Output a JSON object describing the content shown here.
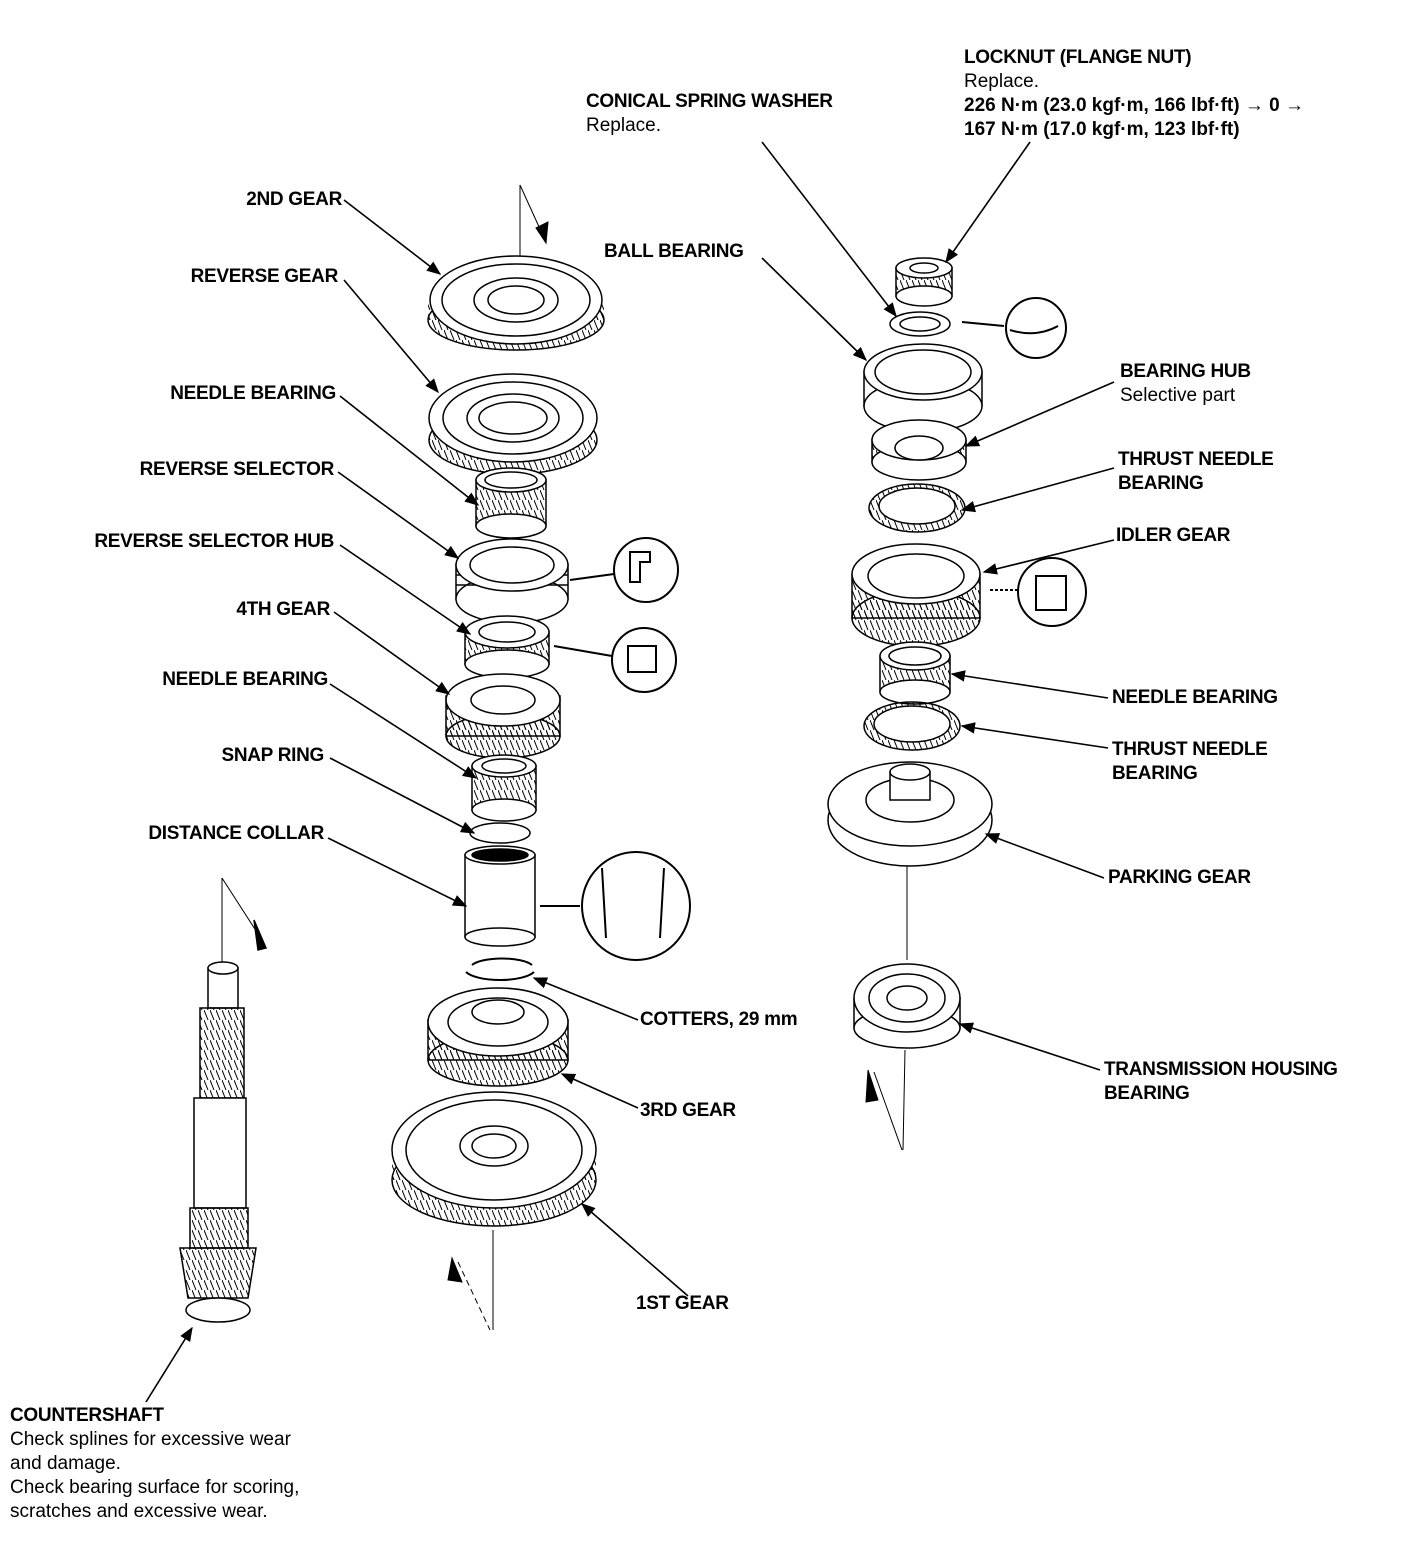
{
  "diagram": {
    "title": "Countershaft and Transmission Housing Bearing Exploded View",
    "left_stack_labels": [
      {
        "id": "2nd-gear",
        "title": "2ND GEAR"
      },
      {
        "id": "reverse-gear",
        "title": "REVERSE GEAR"
      },
      {
        "id": "needle-bearing-upper",
        "title": "NEEDLE BEARING"
      },
      {
        "id": "reverse-selector",
        "title": "REVERSE SELECTOR"
      },
      {
        "id": "reverse-selector-hub",
        "title": "REVERSE SELECTOR HUB"
      },
      {
        "id": "4th-gear",
        "title": "4TH GEAR"
      },
      {
        "id": "needle-bearing-lower",
        "title": "NEEDLE BEARING"
      },
      {
        "id": "snap-ring",
        "title": "SNAP RING"
      },
      {
        "id": "distance-collar",
        "title": "DISTANCE COLLAR"
      }
    ],
    "center_right_labels": [
      {
        "id": "cotters",
        "title": "COTTERS, 29 mm"
      },
      {
        "id": "3rd-gear",
        "title": "3RD GEAR"
      },
      {
        "id": "1st-gear",
        "title": "1ST GEAR"
      }
    ],
    "top_labels": {
      "conical_spring_washer": {
        "title": "CONICAL SPRING WASHER",
        "note": "Replace."
      },
      "locknut": {
        "title": "LOCKNUT (FLANGE NUT)",
        "note": "Replace.",
        "torque_1": "226 N·m (23.0 kgf·m, 166 lbf·ft) → 0 →",
        "torque_2": "167 N·m (17.0 kgf·m, 123 lbf·ft)"
      },
      "ball_bearing": {
        "title": "BALL BEARING"
      }
    },
    "right_stack_labels": [
      {
        "id": "bearing-hub",
        "title": "BEARING HUB",
        "note": "Selective part"
      },
      {
        "id": "thrust-needle-bearing-upper",
        "title": "THRUST NEEDLE",
        "title2": "BEARING"
      },
      {
        "id": "idler-gear",
        "title": "IDLER GEAR"
      },
      {
        "id": "needle-bearing-right",
        "title": "NEEDLE BEARING"
      },
      {
        "id": "thrust-needle-bearing-lower",
        "title": "THRUST NEEDLE",
        "title2": "BEARING"
      },
      {
        "id": "parking-gear",
        "title": "PARKING GEAR"
      },
      {
        "id": "transmission-housing-bearing",
        "title": "TRANSMISSION HOUSING",
        "title2": "BEARING"
      }
    ],
    "countershaft": {
      "title": "COUNTERSHAFT",
      "notes": [
        "Check splines for excessive wear",
        "and damage.",
        "Check bearing surface for scoring,",
        "scratches and excessive wear."
      ]
    }
  }
}
